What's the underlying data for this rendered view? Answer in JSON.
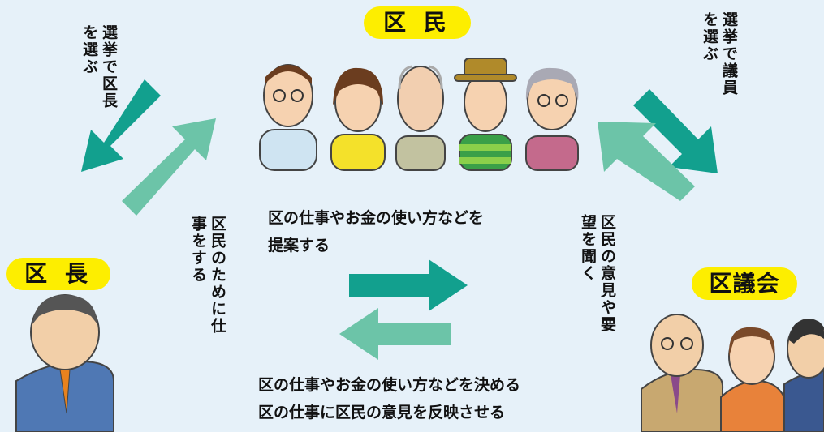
{
  "nodes": {
    "residents": "区 民",
    "mayor": "区 長",
    "assembly": "区議会"
  },
  "labels": {
    "residents_elect_mayor": "選挙で区長を選ぶ",
    "residents_elect_members": "選挙で議員を選ぶ",
    "mayor_works_for_residents": "区民のために仕事をする",
    "assembly_hears_residents": "区民の意見や要望を聞く",
    "mayor_to_assembly_line1": "区の仕事やお金の使い方などを",
    "mayor_to_assembly_line2": "提案する",
    "assembly_to_mayor_line1": "区の仕事やお金の使い方などを決める",
    "assembly_to_mayor_line2": "区の仕事に区民の意見を反映させる"
  },
  "colors": {
    "background": "#e6f1f9",
    "badge": "#fdee00",
    "arrow_dark": "#12a08e",
    "arrow_light": "#6cc4a8"
  }
}
